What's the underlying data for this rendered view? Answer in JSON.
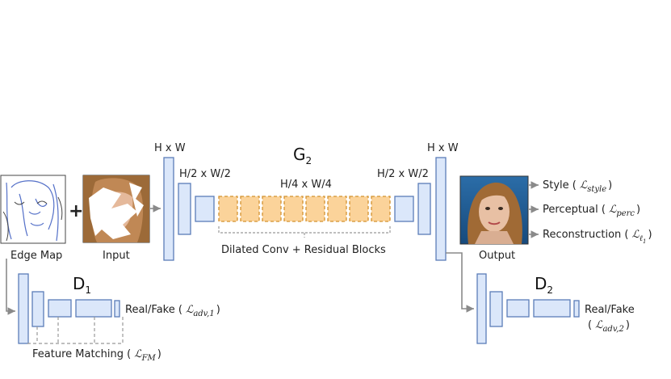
{
  "colors": {
    "layer_fill": "#dbe7fa",
    "layer_stroke": "#5b7db8",
    "residual_fill": "#fbd39a",
    "residual_stroke": "#d3922f",
    "arrow": "#8a8a8a"
  },
  "images": {
    "edge_map": "edge-map-image",
    "input": "input-image",
    "output": "output-image"
  },
  "labels": {
    "edge_map": "Edge Map",
    "plus": "+",
    "input": "Input",
    "output": "Output",
    "generator_letter": "G",
    "generator_sub": "2",
    "size_hw_left": "H x W",
    "size_h2w2_left": "H/2 x W/2",
    "size_h4w4": "H/4 x W/4",
    "size_h2w2_right": "H/2 x W/2",
    "size_hw_right": "H x W",
    "dilated": "Dilated Conv + Residual Blocks",
    "d1_letter": "D",
    "d1_sub": "1",
    "d2_letter": "D",
    "d2_sub": "2",
    "real_fake_1_text": "Real/Fake (",
    "real_fake_1_loss": "ℒ",
    "real_fake_1_sub": "adv,1",
    "real_fake_2_text": "Real/Fake",
    "real_fake_2_loss_open": "(",
    "real_fake_2_loss": "ℒ",
    "real_fake_2_sub": "adv,2",
    "feature_matching_text": "Feature Matching (",
    "feature_matching_loss": "ℒ",
    "feature_matching_sub": "FM",
    "style_text": "Style (",
    "style_loss": "ℒ",
    "style_sub": "style",
    "perceptual_text": "Perceptual (",
    "perceptual_loss": "ℒ",
    "perceptual_sub": "perc",
    "reconstruction_text": "Reconstruction (",
    "reconstruction_loss": "ℒ",
    "reconstruction_sub": "ℓ",
    "reconstruction_subsub": "1",
    "close_paren": ")"
  }
}
